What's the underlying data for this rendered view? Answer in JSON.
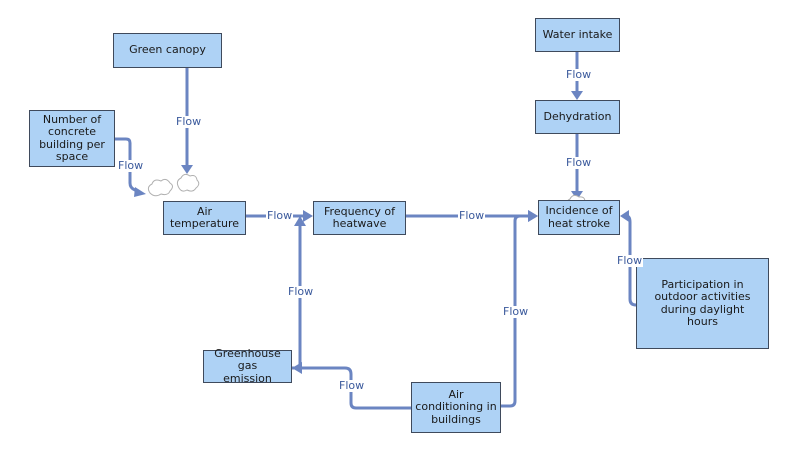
{
  "nodes": {
    "green_canopy": "Green canopy",
    "concrete_buildings": "Number of concrete building per space",
    "air_temperature": "Air temperature",
    "frequency_heatwave": "Frequency of heatwave",
    "water_intake": "Water intake",
    "dehydration": "Dehydration",
    "heat_stroke": "Incidence of heat stroke",
    "outdoor_participation": "Participation in outdoor activities during daylight hours",
    "greenhouse_gas": "Greenhouse gas emission",
    "air_conditioning": "Air conditioning in buildings"
  },
  "edges": {
    "canopy_to_airtemp": "Flow",
    "concrete_to_airtemp": "Flow",
    "airtemp_to_heatwave": "Flow",
    "heatwave_to_heatstroke": "Flow",
    "water_to_dehydration": "Flow",
    "dehydration_to_heatstroke": "Flow",
    "outdoor_to_heatstroke": "Flow",
    "aircon_to_heatstroke": "Flow",
    "aircon_to_greenhouse": "Flow",
    "greenhouse_to_heatwave": "Flow"
  },
  "colors": {
    "node_fill": "#aed2f5",
    "node_border": "#3f4a5c",
    "arrow": "#6b85c2",
    "label": "#3b5a9c"
  }
}
